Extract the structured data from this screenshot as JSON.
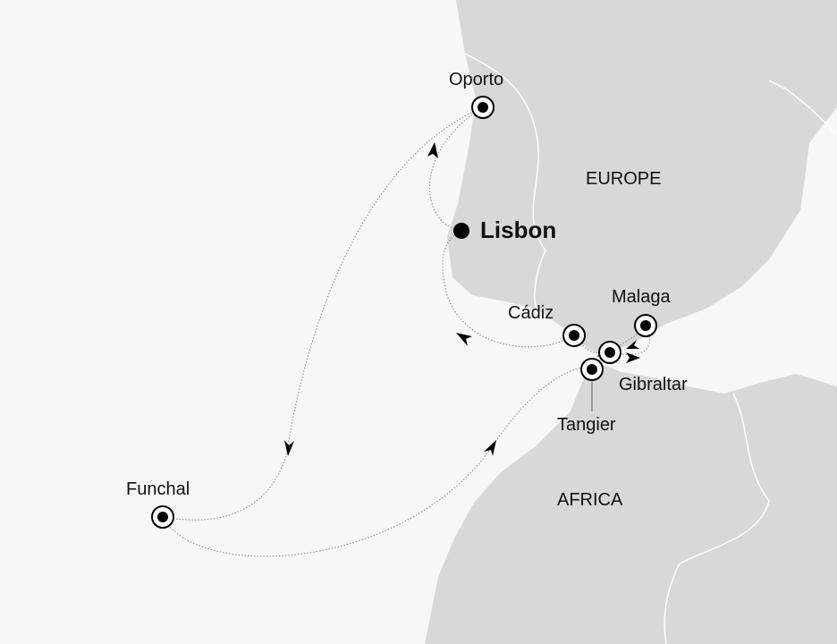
{
  "colors": {
    "sea": "#f7f7f7",
    "land": "#d8d8d8",
    "border": "#ffffff",
    "route": "#888888",
    "marker": "#000000"
  },
  "regions": {
    "europe": "EUROPE",
    "africa": "AFRICA"
  },
  "ports": {
    "embark": "Lisbon",
    "oporto": "Oporto",
    "cadiz": "Cádiz",
    "malaga": "Malaga",
    "gibraltar": "Gibraltar",
    "tangier": "Tangier",
    "funchal": "Funchal"
  }
}
